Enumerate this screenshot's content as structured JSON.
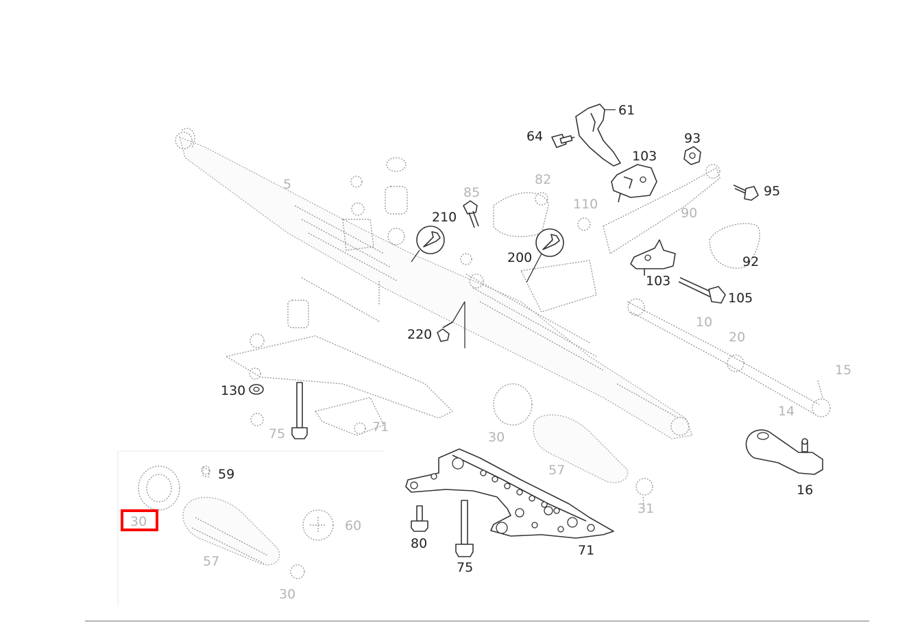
{
  "labels": {
    "l61": "61",
    "l64": "64",
    "l93": "93",
    "l103a": "103",
    "l95": "95",
    "l82": "82",
    "l110": "110",
    "l85": "85",
    "l210": "210",
    "l200": "200",
    "l5": "5",
    "l90": "90",
    "l92": "92",
    "l103b": "103",
    "l105": "105",
    "l10": "10",
    "l20": "20",
    "l15": "15",
    "l14": "14",
    "l220": "220",
    "l130": "130",
    "l75a": "75",
    "l71a": "71",
    "l30a": "30",
    "l57a": "57",
    "l16": "16",
    "l59": "59",
    "l30b": "30",
    "l60": "60",
    "l57b": "57",
    "l30c": "30",
    "l80": "80",
    "l75b": "75",
    "l71b": "71",
    "l31": "31"
  },
  "highlight": {
    "label": "30",
    "color": "#ff0000"
  }
}
